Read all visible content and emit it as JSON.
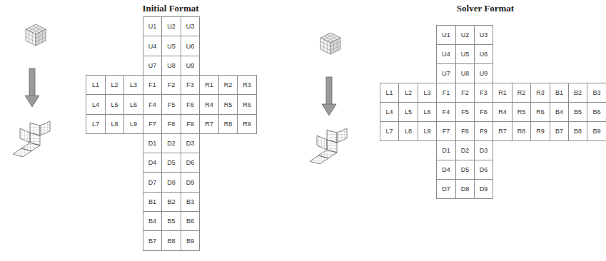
{
  "diagram": {
    "nodes": [
      {
        "text": [
          "U1"
        ]
      },
      {
        "text": [
          "U2"
        ]
      },
      {
        "text": [
          "U3"
        ]
      },
      {
        "text": [
          "U4"
        ]
      },
      {
        "text": [
          "U5"
        ]
      },
      {
        "text": [
          "U6"
        ]
      },
      {
        "text": [
          "U7"
        ]
      },
      {
        "text": [
          "U8"
        ]
      },
      {
        "text": [
          "U9"
        ]
      },
      {
        "text": [
          "L1"
        ]
      },
      {
        "text": [
          "L2"
        ]
      },
      {
        "text": [
          "L3"
        ]
      },
      {
        "text": [
          "F1"
        ]
      },
      {
        "text": [
          "F2"
        ]
      },
      {
        "text": [
          "F3"
        ]
      },
      {
        "text": [
          "R1"
        ]
      },
      {
        "text": [
          "R2"
        ]
      },
      {
        "text": [
          "R3"
        ]
      },
      {
        "text": [
          "L4"
        ]
      },
      {
        "text": [
          "L5"
        ]
      },
      {
        "text": [
          "L6"
        ]
      },
      {
        "text": [
          "F4"
        ]
      },
      {
        "text": [
          "F5"
        ]
      },
      {
        "text": [
          "F6"
        ]
      },
      {
        "text": [
          "R4"
        ]
      },
      {
        "text": [
          "R5"
        ]
      },
      {
        "text": [
          "R6"
        ]
      },
      {
        "text": [
          "L7"
        ]
      },
      {
        "text": [
          "L8"
        ]
      },
      {
        "text": [
          "L9"
        ]
      },
      {
        "text": [
          "F7"
        ]
      },
      {
        "text": [
          "F8"
        ]
      },
      {
        "text": [
          "F9"
        ]
      },
      {
        "text": [
          "R7"
        ]
      },
      {
        "text": [
          "R8"
        ]
      },
      {
        "text": [
          "R9"
        ]
      },
      {
        "text": [
          "D1"
        ]
      },
      {
        "text": [
          "D2"
        ]
      },
      {
        "text": [
          "D3"
        ]
      },
      {
        "text": [
          "D4"
        ]
      },
      {
        "text": [
          "D5"
        ]
      },
      {
        "text": [
          "D6"
        ]
      },
      {
        "text": [
          "D7"
        ]
      },
      {
        "text": [
          "D8"
        ]
      },
      {
        "text": [
          "D9"
        ]
      },
      {
        "text": [
          "B1"
        ]
      },
      {
        "text": [
          "B2"
        ]
      },
      {
        "text": [
          "B3"
        ]
      },
      {
        "text": [
          "B4"
        ]
      },
      {
        "text": [
          "B5"
        ]
      },
      {
        "text": [
          "B6"
        ]
      },
      {
        "text": [
          "B7"
        ]
      },
      {
        "text": [
          "B8"
        ]
      },
      {
        "text": [
          "B9"
        ]
      },
      {
        "text": [
          "U1"
        ]
      },
      {
        "text": [
          "U2"
        ]
      },
      {
        "text": [
          "U3"
        ]
      },
      {
        "text": [
          "U4"
        ]
      },
      {
        "text": [
          "U5"
        ]
      },
      {
        "text": [
          "U6"
        ]
      },
      {
        "text": [
          "U7"
        ]
      },
      {
        "text": [
          "U8"
        ]
      },
      {
        "text": [
          "U9"
        ]
      },
      {
        "text": [
          "L1"
        ]
      },
      {
        "text": [
          "L2"
        ]
      },
      {
        "text": [
          "L3"
        ]
      },
      {
        "text": [
          "F1"
        ]
      },
      {
        "text": [
          "F2"
        ]
      },
      {
        "text": [
          "F3"
        ]
      },
      {
        "text": [
          "R1"
        ]
      },
      {
        "text": [
          "R2"
        ]
      },
      {
        "text": [
          "R3"
        ]
      },
      {
        "text": [
          "B1"
        ]
      },
      {
        "text": [
          "B2"
        ]
      },
      {
        "text": [
          "B3"
        ]
      },
      {
        "text": [
          "L4"
        ]
      },
      {
        "text": [
          "L5"
        ]
      },
      {
        "text": [
          "L6"
        ]
      },
      {
        "text": [
          "F4"
        ]
      },
      {
        "text": [
          "F5"
        ]
      },
      {
        "text": [
          "F6"
        ]
      },
      {
        "text": [
          "R4"
        ]
      },
      {
        "text": [
          "R5"
        ]
      },
      {
        "text": [
          "R6"
        ]
      },
      {
        "text": [
          "B4"
        ]
      },
      {
        "text": [
          "B5"
        ]
      },
      {
        "text": [
          "B6"
        ]
      },
      {
        "text": [
          "L7"
        ]
      },
      {
        "text": [
          "L8"
        ]
      },
      {
        "text": [
          "L9"
        ]
      },
      {
        "text": [
          "F7"
        ]
      },
      {
        "text": [
          "F8"
        ]
      },
      {
        "text": [
          "F9"
        ]
      },
      {
        "text": [
          "R7"
        ]
      },
      {
        "text": [
          "R8"
        ]
      },
      {
        "text": [
          "R9"
        ]
      },
      {
        "text": [
          "B7"
        ]
      },
      {
        "text": [
          "B8"
        ]
      },
      {
        "text": [
          "B9"
        ]
      },
      {
        "text": [
          "D1"
        ]
      },
      {
        "text": [
          "D2"
        ]
      },
      {
        "text": [
          "D3"
        ]
      },
      {
        "text": [
          "D4"
        ]
      },
      {
        "text": [
          "D5"
        ]
      },
      {
        "text": [
          "D6"
        ]
      },
      {
        "text": [
          "D7"
        ]
      },
      {
        "text": [
          "D8"
        ]
      },
      {
        "text": [
          "D9"
        ]
      }
    ],
    "labels": [
      "Initial Format",
      "Solver Format"
    ]
  }
}
